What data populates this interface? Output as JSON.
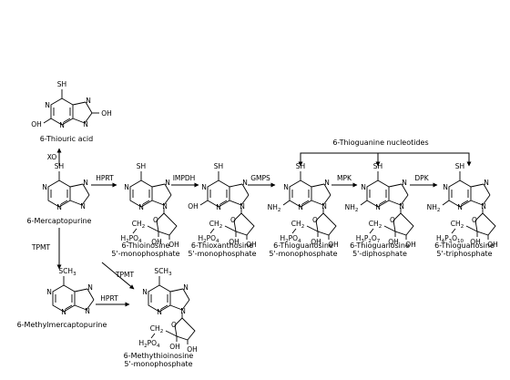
{
  "compounds": {
    "thiouric_acid": "6-Thiouric acid",
    "mercaptopurine": "6-Mercaptopurine",
    "methylmercaptopurine": "6-Methylmercaptopurine",
    "timp_1": "6-Thioinosine",
    "timp_2": "5'-monophosphate",
    "txmp_1": "6-Thioxanthosine",
    "txmp_2": "5'-monophosphate",
    "tgmp_1": "6-Thioguanosine",
    "tgmp_2": "5'-monophosphate",
    "tgdp_1": "6-Thioguanosine",
    "tgdp_2": "5'-diphosphate",
    "tgtp_1": "6-Thioguanosine",
    "tgtp_2": "5'-triphosphate",
    "mtimp_1": "6-Methythioinosine",
    "mtimp_2": "5'-monophosphate"
  },
  "group_label": "6-Thioguanine nucleotides",
  "enzymes": {
    "xo": "XO",
    "hprt": "HPRT",
    "impdh": "IMPDH",
    "gmps": "GMPS",
    "mpk": "MPK",
    "dpk": "DPK",
    "tpmt": "TPMT",
    "tpmt2": "TPMT",
    "hprt2": "HPRT"
  },
  "atoms": {
    "sh": "SH",
    "n": "N",
    "oh": "OH",
    "o": "O",
    "nh2": "NH",
    "sch3": "SCH",
    "ch2": "CH",
    "two": "2",
    "three": "3",
    "four": "4",
    "seven": "7",
    "ten": "10",
    "h2": "H",
    "po": "PO",
    "p2o": "P",
    "p3o": "P",
    "o_char": "O"
  }
}
